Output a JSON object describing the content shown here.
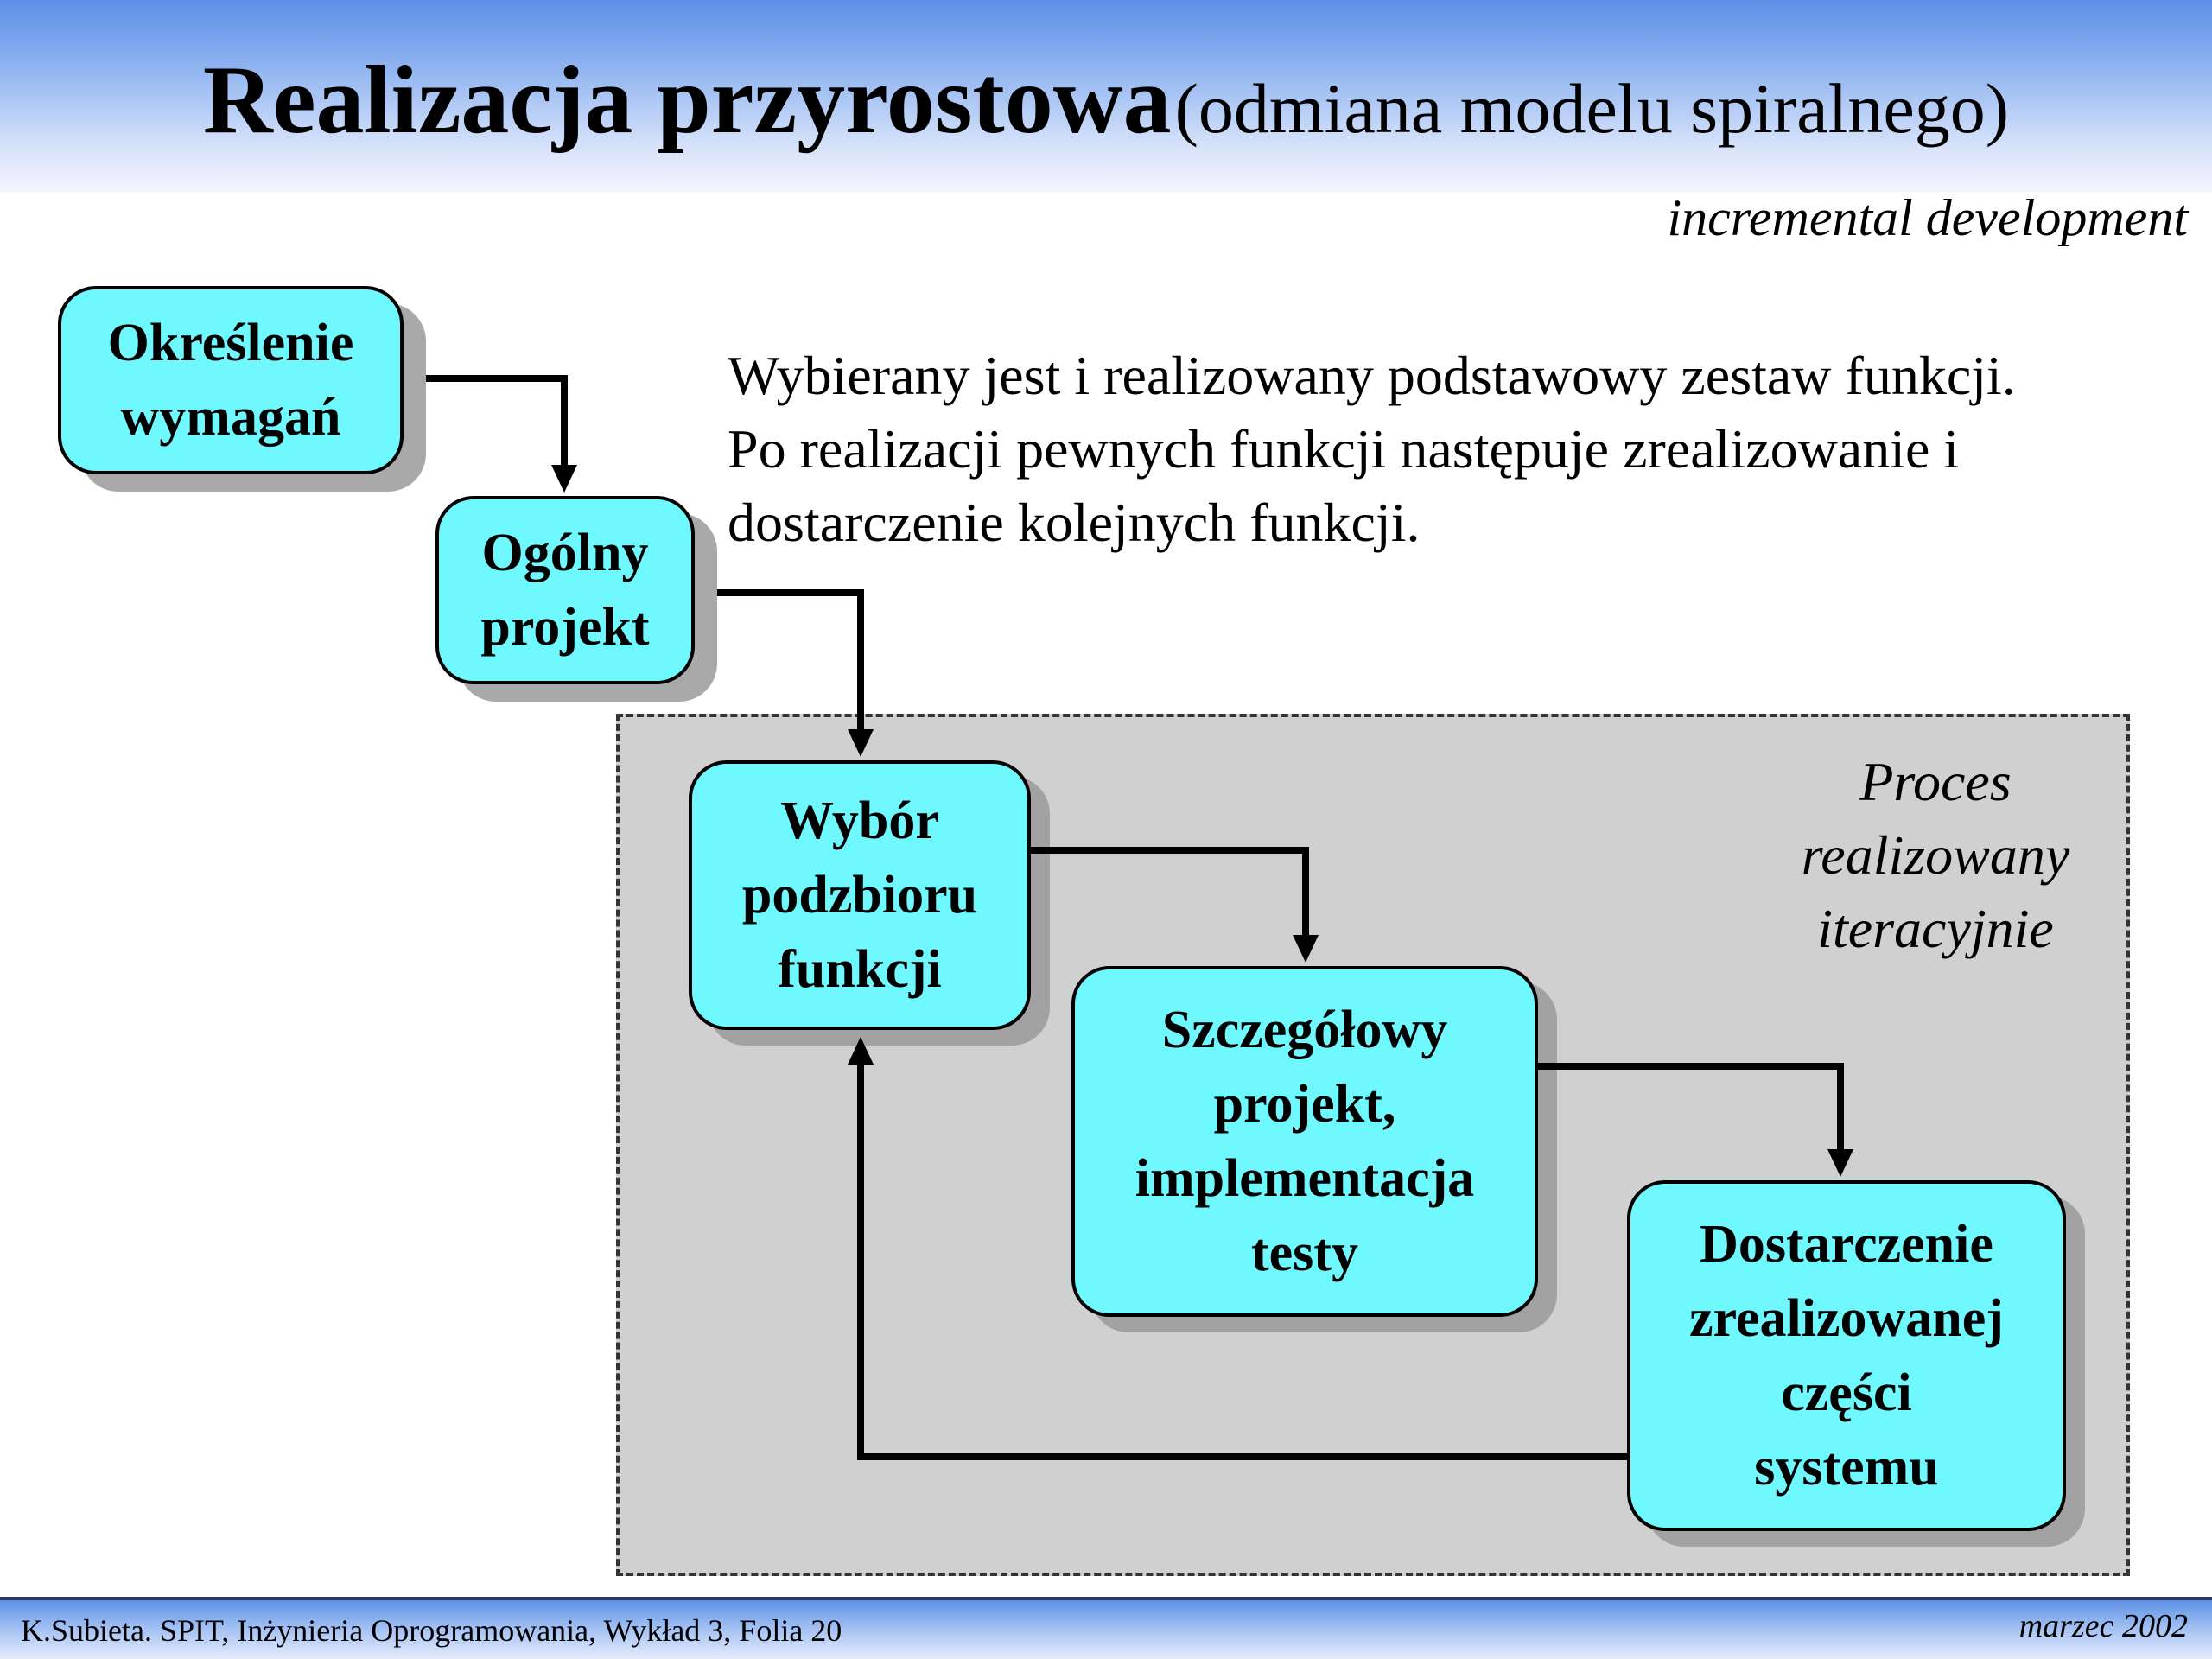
{
  "slide": {
    "title_main": "Realizacja przyrostowa",
    "title_sub": "(odmiana modelu spiralnego)",
    "subtitle": "incremental development",
    "description": [
      "Wybierany jest i realizowany podstawowy zestaw funkcji.",
      "Po realizacji pewnych funkcji następuje zrealizowanie i",
      "dostarczenie kolejnych funkcji."
    ],
    "iteration_label": [
      "Proces",
      "realizowany",
      "iteracyjnie"
    ]
  },
  "boxes": {
    "requirements": "Określenie\nwymagań",
    "general_design": "Ogólny\nprojekt",
    "subset_selection": "Wybór\npodzbioru\nfunkcji",
    "detailed_design": "Szczegółowy\nprojekt,\nimplementacja\ntesty",
    "delivery": "Dostarczenie\nzrealizowanej\nczęści\nsystemu"
  },
  "footer": {
    "left": "K.Subieta. SPIT, Inżynieria Oprogramowania, Wykład 3, Folia 20",
    "right": "marzec 2002"
  },
  "colors": {
    "box_fill": "#6ff9ff",
    "region_fill": "#d0d0d0",
    "title_gradient_top": "#5b8fe8"
  }
}
